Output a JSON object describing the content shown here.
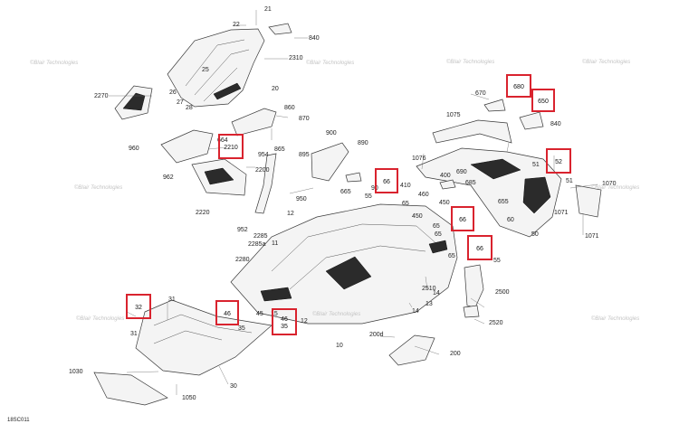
{
  "diagram_code": "18SC011",
  "watermark_text": "©Blair Technologies",
  "highlight_color": "#d9232e",
  "highlighted_callouts": [
    {
      "id": "680"
    },
    {
      "id": "650"
    },
    {
      "id": "52"
    },
    {
      "id": "2210"
    },
    {
      "id": "66a",
      "text": "66"
    },
    {
      "id": "66b",
      "text": "66"
    },
    {
      "id": "66c",
      "text": "66"
    },
    {
      "id": "32"
    },
    {
      "id": "46a",
      "text": "46"
    },
    {
      "id": "46b",
      "text": "46"
    },
    {
      "id": "35"
    }
  ],
  "callouts": [
    "21",
    "22",
    "840",
    "2310",
    "25",
    "26",
    "27",
    "28",
    "20",
    "2270",
    "860",
    "870",
    "664",
    "960",
    "962",
    "954",
    "2200",
    "865",
    "895",
    "900",
    "890",
    "950",
    "2220",
    "12",
    "952",
    "2285",
    "2285a",
    "11",
    "2280",
    "1075",
    "670",
    "840",
    "1076",
    "51",
    "1070",
    "51",
    "1071",
    "1071",
    "410",
    "400",
    "690",
    "685",
    "460",
    "450",
    "450",
    "655",
    "65",
    "65",
    "65",
    "65",
    "60",
    "90",
    "55",
    "55",
    "50",
    "2510",
    "14",
    "13",
    "2500",
    "2520",
    "14",
    "12",
    "31",
    "31",
    "10",
    "45",
    "200",
    "200d",
    "1030",
    "1050",
    "30",
    "665",
    "35",
    "15"
  ]
}
